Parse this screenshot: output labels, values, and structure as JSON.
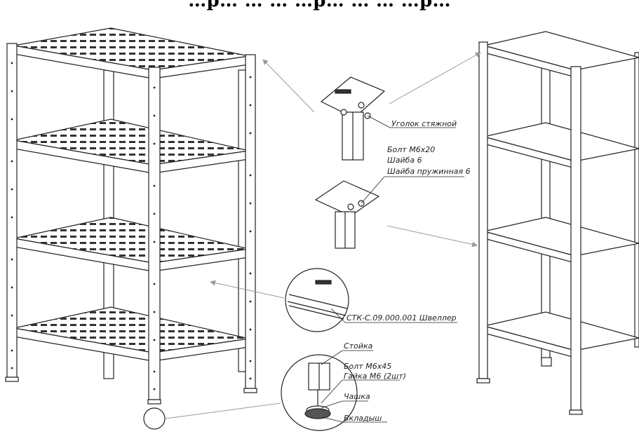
{
  "title": "…р… … … …р… … … …р…",
  "callouts": {
    "corner_bracket": "Уголок стяжной",
    "bolt_m6x20": "Болт М6х20",
    "washer_6": "Шайба 6",
    "spring_washer_6": "Шайба пружинная 6",
    "channel": "СТК-С.09.000.001 Швеллер",
    "upright": "Стойка",
    "bolt_m6x45": "Болт М6х45",
    "nut_m6": "Гайка М6 (2шт)",
    "cup": "Чашка",
    "insert": "Вкладыш"
  }
}
